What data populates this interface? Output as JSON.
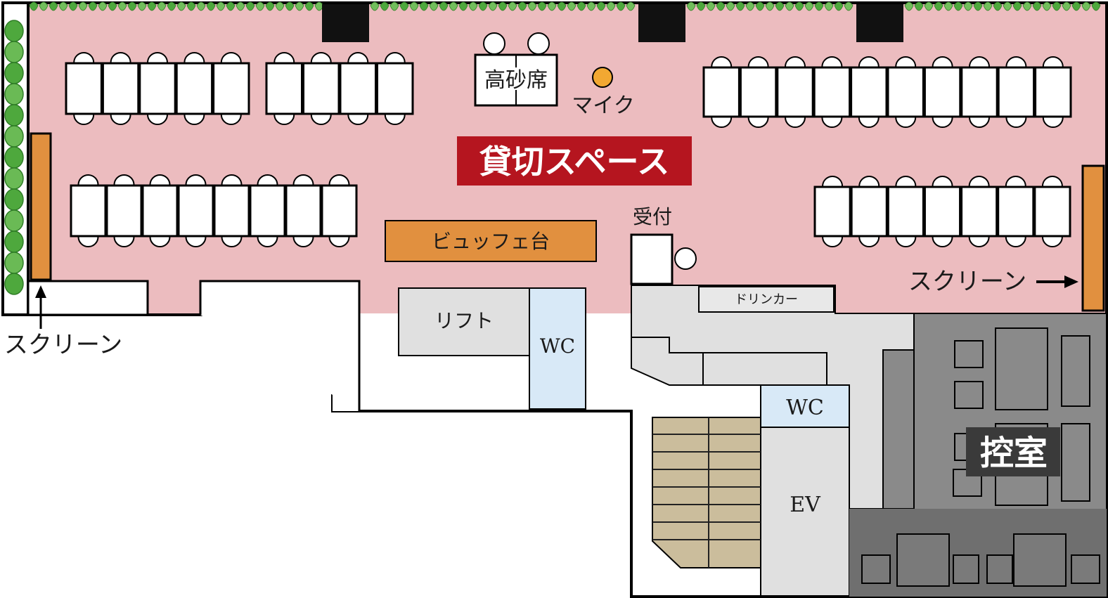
{
  "labels": {
    "rental_space": "貸切スペース",
    "head_table": "高砂席",
    "mic": "マイク",
    "buffet": "ビュッフェ台",
    "reception": "受付",
    "drink_cart": "ドリンカー",
    "lift": "リフト",
    "wc_left": "WC",
    "wc_right": "WC",
    "ev": "EV",
    "waiting_room": "控室",
    "screen_left": "スクリーン",
    "screen_right": "スクリーン"
  },
  "colors": {
    "hall": "#ecbcbf",
    "banner": "#b5151f",
    "buffet": "#e1903f",
    "screen": "#e1903f",
    "mic": "#f2a832",
    "wc": "#d8e9f7",
    "service": "#e0e0e0",
    "waiting_dark": "#6f6f6f",
    "waiting_mid": "#8a8a8a",
    "stairs": "#cbbd9c",
    "hedge": "#5db24a"
  },
  "table_rows": [
    {
      "seats_per_side": [
        5
      ],
      "segments": 5
    },
    {
      "seats_per_side": [
        4
      ],
      "segments": 4
    },
    {
      "seats_per_side": [
        8
      ],
      "segments": 8
    },
    {
      "seats_per_side": [
        10
      ],
      "segments": 10
    },
    {
      "seats_per_side": [
        7
      ],
      "segments": 7
    }
  ]
}
